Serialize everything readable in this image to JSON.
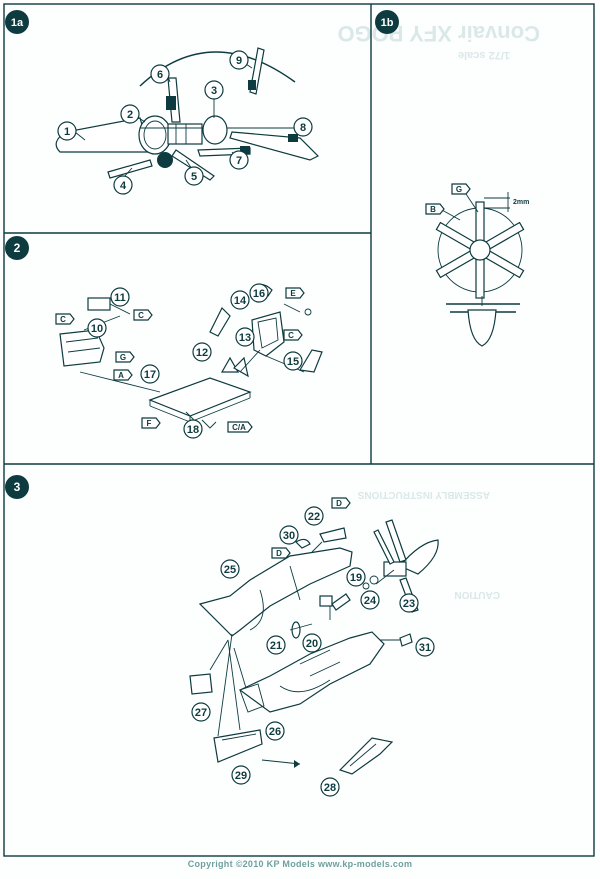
{
  "steps": {
    "s1a": "1a",
    "s1b": "1b",
    "s2": "2",
    "s3": "3"
  },
  "step1a_parts": [
    "1",
    "2",
    "3",
    "4",
    "5",
    "6",
    "7",
    "8",
    "9"
  ],
  "step1b_labels": {
    "g": "G",
    "b": "B",
    "dim": "2mm"
  },
  "step2_parts": [
    "10",
    "11",
    "12",
    "13",
    "14",
    "15",
    "16",
    "17",
    "18"
  ],
  "step2_colors": {
    "c1": "C",
    "c2": "C",
    "c3": "C",
    "g": "G",
    "a": "A",
    "f": "F",
    "ca": "C/A",
    "e": "E"
  },
  "step3_parts": [
    "19",
    "20",
    "21",
    "22",
    "23",
    "24",
    "25",
    "26",
    "27",
    "28",
    "29",
    "30",
    "31"
  ],
  "step3_colors": {
    "d1": "D",
    "d2": "D"
  },
  "footer": "Copyright ©2010 KP Models www.kp-models.com"
}
